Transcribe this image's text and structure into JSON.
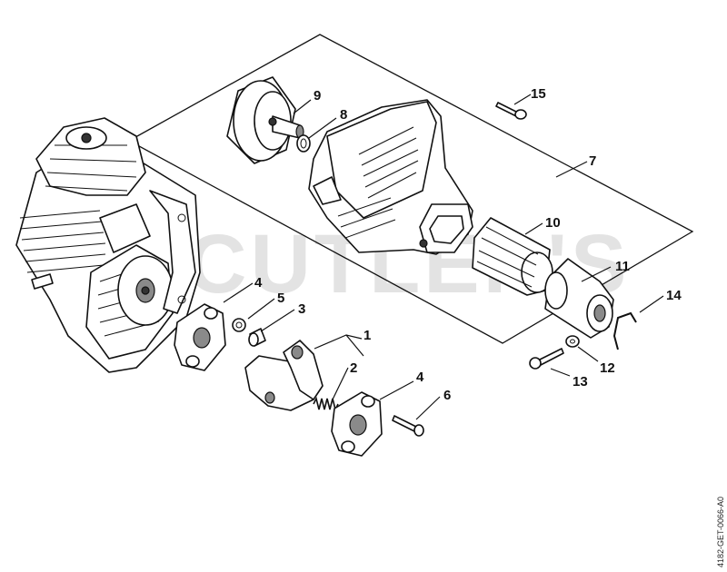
{
  "watermark": "CUTLER'S",
  "drawing_code": "4182-GET-0066-A0",
  "callouts": {
    "c1": "1",
    "c2": "2",
    "c3": "3",
    "c4a": "4",
    "c4b": "4",
    "c5": "5",
    "c6": "6",
    "c7": "7",
    "c8": "8",
    "c9": "9",
    "c10": "10",
    "c11": "11",
    "c12": "12",
    "c13": "13",
    "c14": "14",
    "c15": "15"
  }
}
